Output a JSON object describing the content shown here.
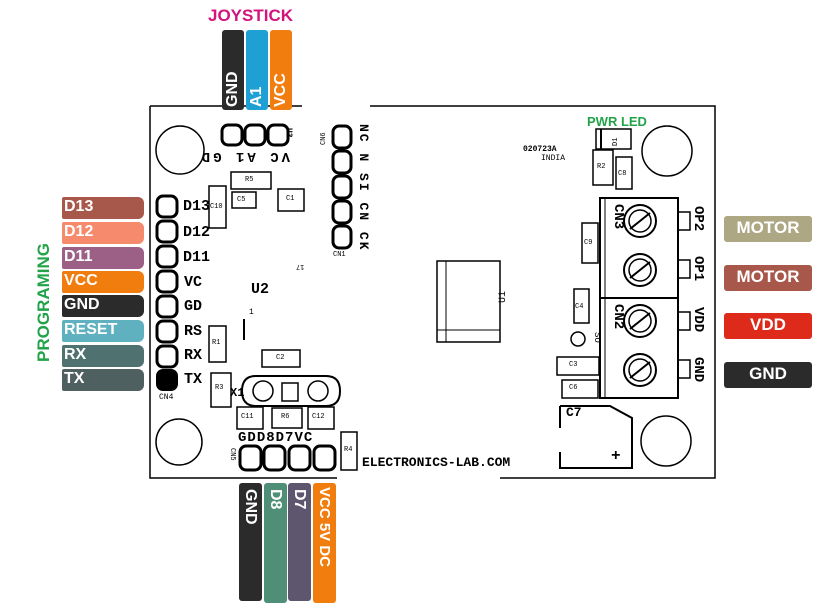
{
  "joystick": {
    "title": "JOYSTICK",
    "pins": [
      {
        "label": "GND",
        "color": "#2b2b2b"
      },
      {
        "label": "A1",
        "color": "#1ea0d4"
      },
      {
        "label": "VCC",
        "color": "#f07d0e"
      }
    ]
  },
  "programing": {
    "title": "PROGRAMING",
    "pins": [
      {
        "label": "D13",
        "color": "#a8584a"
      },
      {
        "label": "D12",
        "color": "#f68a6c"
      },
      {
        "label": "D11",
        "color": "#9c5f86"
      },
      {
        "label": "VCC",
        "color": "#f07d0e"
      },
      {
        "label": "GND",
        "color": "#2b2b2b"
      },
      {
        "label": "RESET",
        "color": "#5fb1bf"
      },
      {
        "label": "RX",
        "color": "#4f7270"
      },
      {
        "label": "TX",
        "color": "#4f6060"
      }
    ]
  },
  "bottom_header": {
    "pins": [
      {
        "label": "GND",
        "color": "#2b2b2b"
      },
      {
        "label": "D8",
        "color": "#4f8f78"
      },
      {
        "label": "D7",
        "color": "#5e566f"
      },
      {
        "label": "VCC 5V DC",
        "color": "#f07d0e"
      }
    ]
  },
  "outputs": {
    "pins": [
      {
        "label": "MOTOR",
        "color": "#aea784"
      },
      {
        "label": "MOTOR",
        "color": "#a8584a"
      },
      {
        "label": "VDD",
        "color": "#dd2a1b"
      },
      {
        "label": "GND",
        "color": "#2b2b2b"
      }
    ]
  },
  "pwr_led": {
    "label": "PWR LED",
    "color": "#22a34a"
  },
  "board": {
    "left_header": [
      "D13",
      "D12",
      "D11",
      "VC",
      "GD",
      "RS",
      "RX",
      "TX"
    ],
    "top_header": [
      "VC",
      "A1",
      "GD"
    ],
    "cn6_header": [
      "NC",
      "N",
      "SI",
      "CN",
      "CK"
    ],
    "bottom_pins": [
      "GD",
      "D8",
      "D7",
      "VC"
    ],
    "right_terms": [
      "OP2",
      "OP1",
      "VDD",
      "GND"
    ],
    "cn_labels": {
      "cn3": "CN3",
      "cn2": "CN2",
      "cn4": "CN4",
      "cn5": "CN5",
      "cn6": "CN6",
      "cn1": "CN1",
      "u3": "U3"
    },
    "chip_u2": "U2",
    "chip_u1": "U1",
    "code": "020723A",
    "country": "INDIA",
    "website": "ELECTRONICS-LAB.COM",
    "small_17": "17",
    "pin_1": "1",
    "crystal": "X1",
    "cap_c7": "C7",
    "plus": "+",
    "so": "SO",
    "parts": {
      "d1": "D1",
      "r2": "R2",
      "c8": "C8",
      "c9": "C9",
      "c4": "C4",
      "c3": "C3",
      "c6": "C6",
      "r5": "R5",
      "c5": "C5",
      "c1": "C1",
      "c10": "C10",
      "r1": "R1",
      "c2": "C2",
      "r3": "R3",
      "c11": "C11",
      "r6": "R6",
      "c12": "C12",
      "r4": "R4"
    }
  }
}
